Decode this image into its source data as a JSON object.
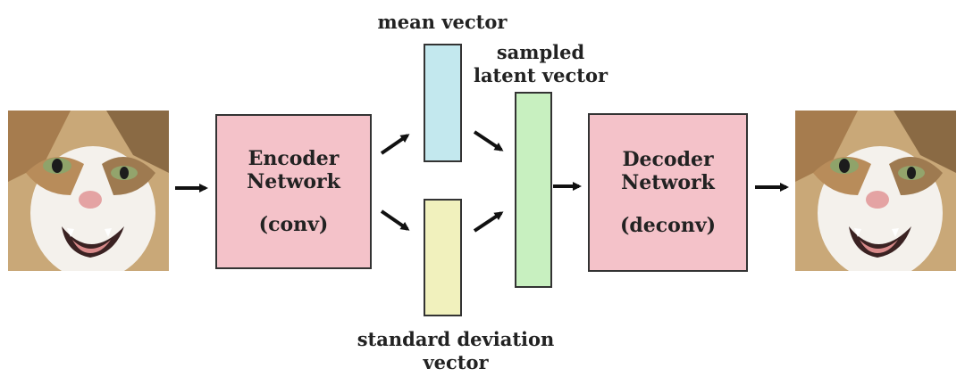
{
  "labels": {
    "mean": "mean vector",
    "sampled_line1": "sampled",
    "sampled_line2": "latent vector",
    "stddev_line1": "standard deviation",
    "stddev_line2": "vector"
  },
  "encoder": {
    "line1": "Encoder",
    "line2": "Network",
    "sub": "(conv)"
  },
  "decoder": {
    "line1": "Decoder",
    "line2": "Network",
    "sub": "(deconv)"
  },
  "colors": {
    "network_fill": "#f4c2c9",
    "mean_fill": "#c3e8ee",
    "stddev_fill": "#f1f1bd",
    "latent_fill": "#c8f0c0",
    "arrow": "#111111"
  },
  "images": {
    "input": "cat-photo",
    "output": "reconstructed-cat-photo"
  }
}
